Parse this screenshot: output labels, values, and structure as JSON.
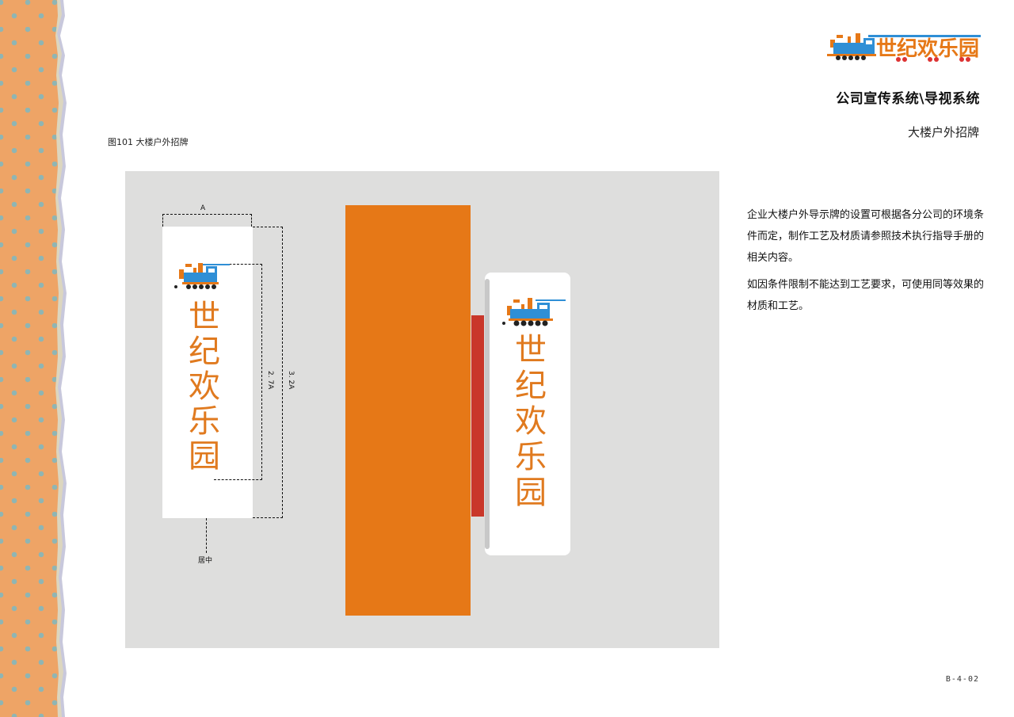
{
  "header": {
    "logo_text": "世纪欢乐园",
    "title": "公司宣传系统\\导视系统",
    "subtitle": "大楼户外招牌"
  },
  "figure": {
    "caption": "图101  大楼户外招牌"
  },
  "diagram": {
    "dimension_width": "A",
    "dimension_inner_height": "2. 7A",
    "dimension_outer_height": "3. 2A",
    "center_note": "居中",
    "sign_text_chars": [
      "世",
      "纪",
      "欢",
      "乐",
      "园"
    ]
  },
  "description": {
    "paragraphs": [
      "企业大楼户外导示牌的设置可根据各分公司的环境条件而定，制作工艺及材质请参照技术执行指导手册的相关内容。",
      "如因条件限制不能达到工艺要求，可使用同等效果的材质和工艺。"
    ]
  },
  "footer": {
    "page_code": "B-4-02"
  },
  "colors": {
    "brand_orange": "#e67817",
    "accent_red": "#c9372a",
    "train_blue": "#2f8fd6",
    "canvas_gray": "#dededd",
    "strip_orange": "#eea466",
    "strip_dot": "#8fb5b3"
  }
}
